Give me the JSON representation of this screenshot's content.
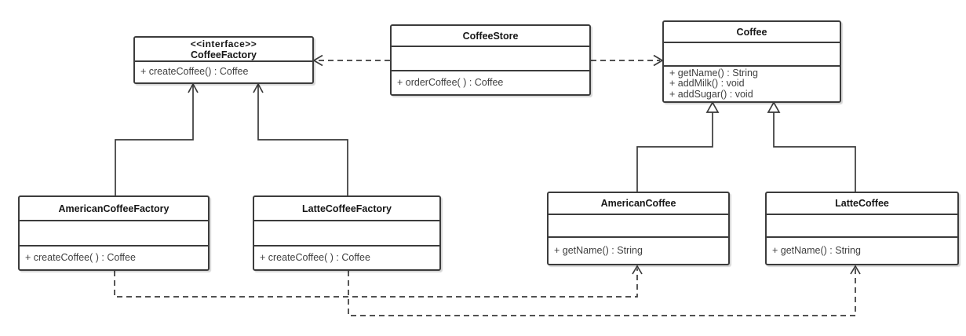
{
  "classes": {
    "coffee_factory": {
      "stereotype": "<<interface>>",
      "name": "CoffeeFactory",
      "methods": [
        "+ createCoffee() : Coffee"
      ]
    },
    "coffee_store": {
      "name": "CoffeeStore",
      "methods": [
        "+ orderCoffee( ) : Coffee"
      ]
    },
    "coffee": {
      "name": "Coffee",
      "methods": [
        "+ getName() : String",
        "+ addMilk() : void",
        "+ addSugar() : void"
      ]
    },
    "american_coffee_factory": {
      "name": "AmericanCoffeeFactory",
      "methods": [
        "+ createCoffee( ) : Coffee"
      ]
    },
    "latte_coffee_factory": {
      "name": "LatteCoffeeFactory",
      "methods": [
        "+ createCoffee( ) : Coffee"
      ]
    },
    "american_coffee": {
      "name": "AmericanCoffee",
      "methods": [
        "+ getName() : String"
      ]
    },
    "latte_coffee": {
      "name": "LatteCoffee",
      "methods": [
        "+ getName() : String"
      ]
    }
  },
  "relationships": [
    {
      "from": "CoffeeStore",
      "to": "CoffeeFactory",
      "type": "dependency",
      "line": "dashed",
      "arrowhead": "open"
    },
    {
      "from": "CoffeeStore",
      "to": "Coffee",
      "type": "dependency",
      "line": "dashed",
      "arrowhead": "open"
    },
    {
      "from": "AmericanCoffeeFactory",
      "to": "CoffeeFactory",
      "type": "realization",
      "line": "solid",
      "arrowhead": "open"
    },
    {
      "from": "LatteCoffeeFactory",
      "to": "CoffeeFactory",
      "type": "realization",
      "line": "solid",
      "arrowhead": "open"
    },
    {
      "from": "AmericanCoffee",
      "to": "Coffee",
      "type": "generalization",
      "line": "solid",
      "arrowhead": "hollow-triangle"
    },
    {
      "from": "LatteCoffee",
      "to": "Coffee",
      "type": "generalization",
      "line": "solid",
      "arrowhead": "hollow-triangle"
    },
    {
      "from": "AmericanCoffeeFactory",
      "to": "AmericanCoffee",
      "type": "dependency",
      "line": "dashed",
      "arrowhead": "open"
    },
    {
      "from": "LatteCoffeeFactory",
      "to": "LatteCoffee",
      "type": "dependency",
      "line": "dashed",
      "arrowhead": "open"
    }
  ],
  "colors": {
    "line": "#3a3a3a",
    "box_border": "#3c3c3c",
    "box_fill": "#ffffff",
    "name_text": "#161616",
    "member_text": "#3f3f3f"
  }
}
